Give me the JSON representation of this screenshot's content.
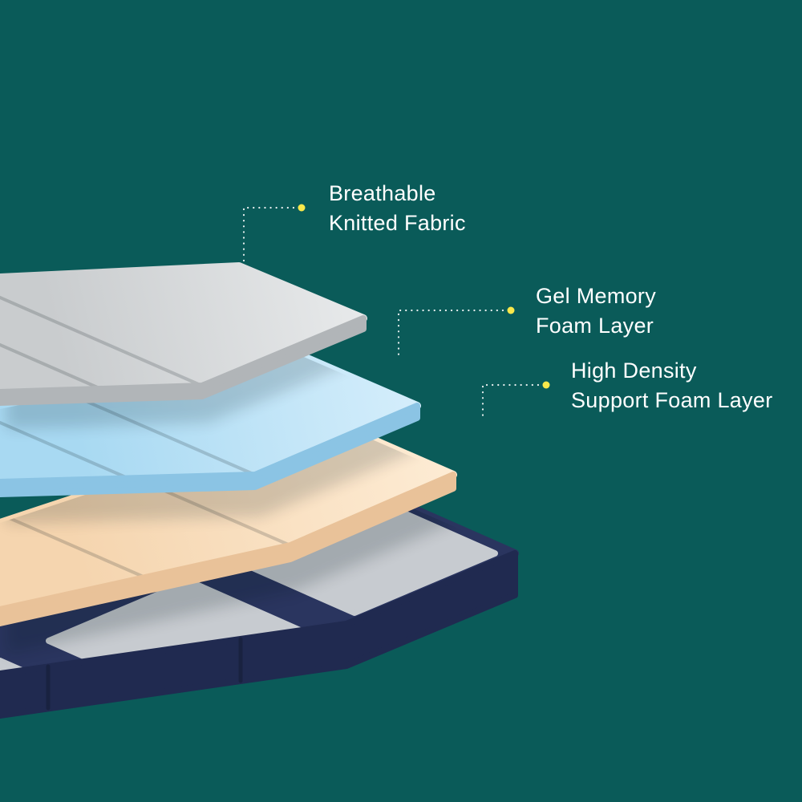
{
  "colors": {
    "background": "#0a5b59",
    "label_text": "#ffffff",
    "leader": "#ffffff",
    "dot": "#f9e84b",
    "shadow": "#03141c",
    "fabric_top_light": "#e7e9ea",
    "fabric_top": "#c9ccce",
    "fabric_side": "#b1b5b8",
    "gel_top_light": "#d3edfb",
    "gel_top": "#a8d9f2",
    "gel_side": "#8bc4e4",
    "support_top_light": "#fdebd3",
    "support_top": "#f5d5af",
    "support_side": "#e9c299",
    "base_top": "#2a355f",
    "base_side": "#202a50",
    "base_panel": "#c7cbd0",
    "seam": "rgba(15,25,35,0.18)",
    "side_seam": "rgba(10,16,30,0.3)"
  },
  "callouts": [
    {
      "line1": "Breathable",
      "line2": "Knitted Fabric"
    },
    {
      "line1": "Gel Memory",
      "line2": "Foam Layer"
    },
    {
      "line1": "High Density",
      "line2": "Support Foam Layer"
    }
  ]
}
